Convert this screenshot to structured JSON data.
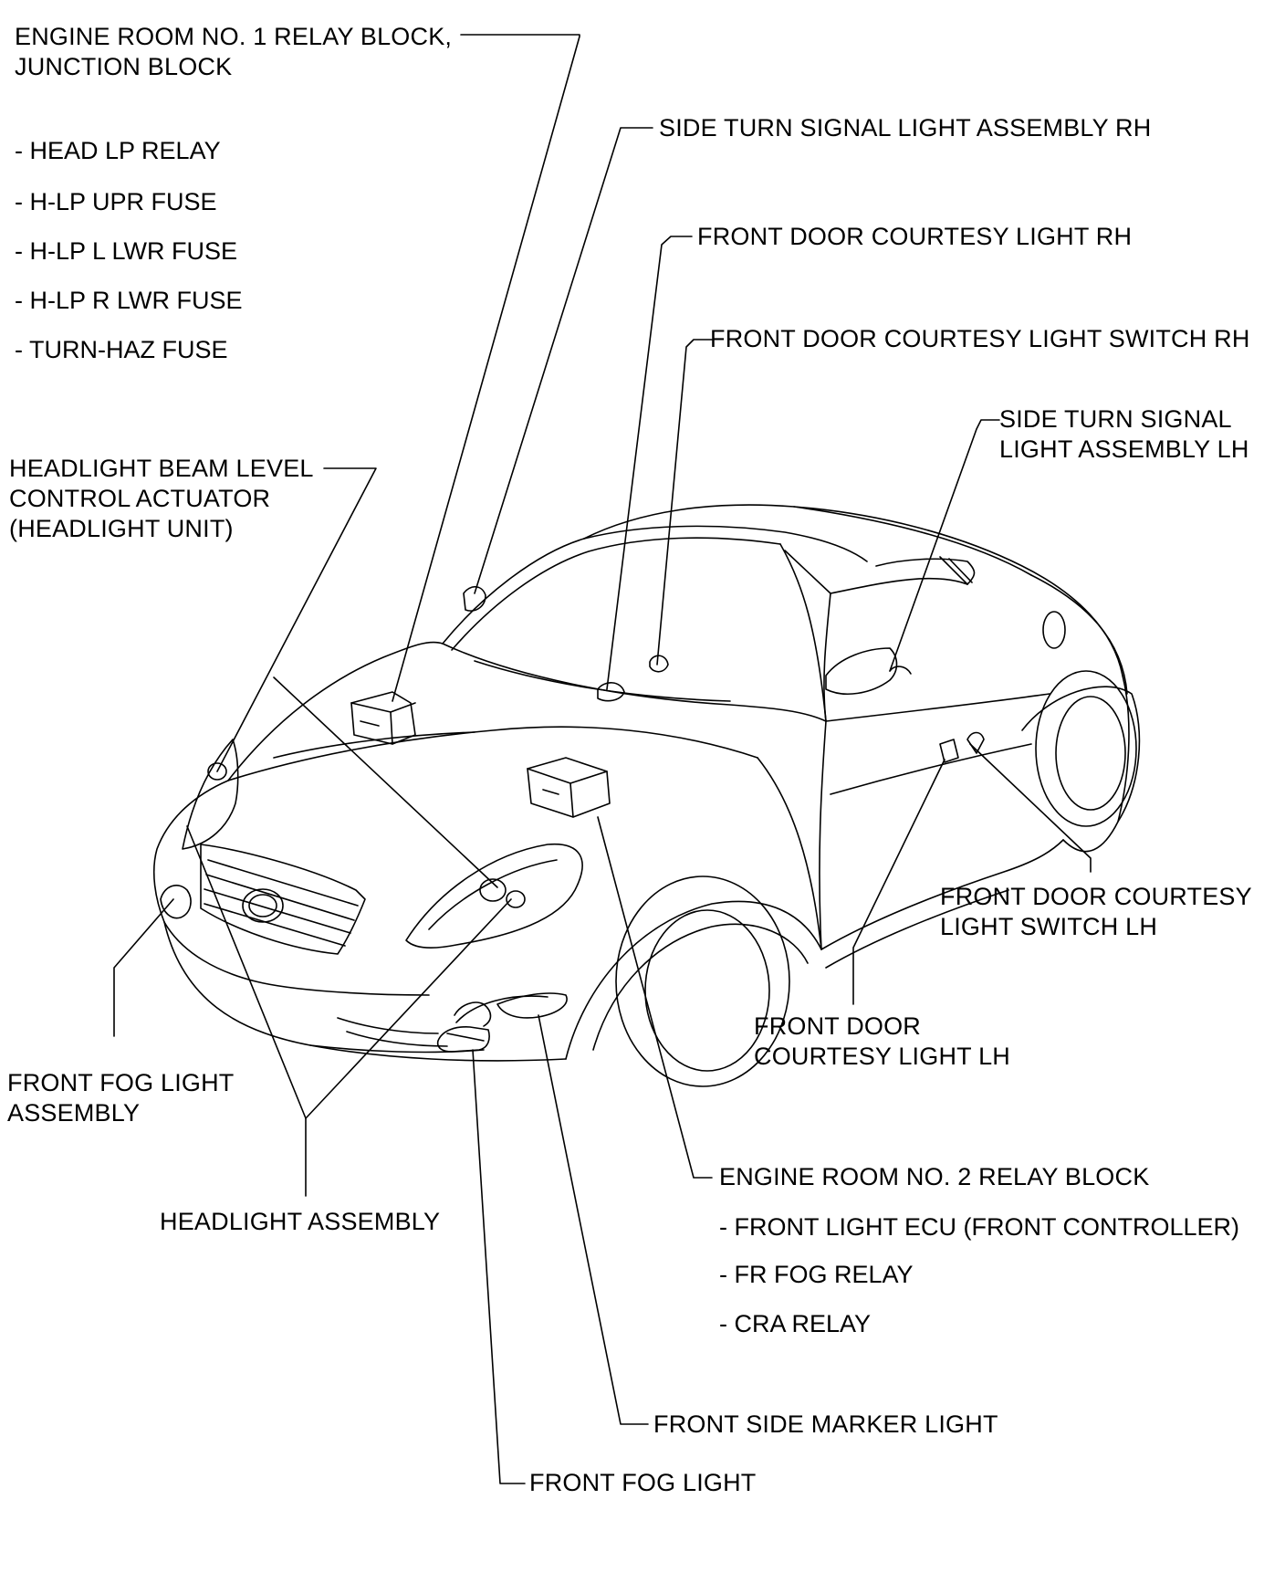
{
  "labels": {
    "er1_block": [
      "ENGINE ROOM NO. 1 RELAY BLOCK,",
      "JUNCTION BLOCK"
    ],
    "er1_items": [
      "- HEAD LP RELAY",
      "- H-LP UPR FUSE",
      "- H-LP L LWR FUSE",
      "- H-LP R LWR FUSE",
      "- TURN-HAZ FUSE"
    ],
    "side_turn_rh": "SIDE TURN SIGNAL LIGHT ASSEMBLY RH",
    "door_courtesy_light_rh": "FRONT DOOR COURTESY LIGHT RH",
    "door_courtesy_switch_rh": "FRONT DOOR COURTESY LIGHT SWITCH RH",
    "side_turn_lh": [
      "SIDE TURN SIGNAL",
      "LIGHT ASSEMBLY LH"
    ],
    "beam_level_actuator": [
      "HEADLIGHT BEAM LEVEL",
      "CONTROL ACTUATOR",
      "(HEADLIGHT UNIT)"
    ],
    "door_courtesy_switch_lh": [
      "FRONT DOOR COURTESY",
      "LIGHT SWITCH LH"
    ],
    "door_courtesy_light_lh": [
      "FRONT DOOR",
      "COURTESY LIGHT LH"
    ],
    "fog_light_assembly": [
      "FRONT FOG LIGHT",
      "ASSEMBLY"
    ],
    "headlight_assembly": "HEADLIGHT ASSEMBLY",
    "er2_block": "ENGINE ROOM NO. 2 RELAY BLOCK",
    "er2_items": [
      "- FRONT LIGHT ECU (FRONT CONTROLLER)",
      "- FR FOG RELAY",
      "- CRA RELAY"
    ],
    "side_marker": "FRONT SIDE MARKER LIGHT",
    "fog_light": "FRONT FOG LIGHT"
  },
  "colors": {
    "ink": "#000000",
    "paper": "#ffffff"
  }
}
